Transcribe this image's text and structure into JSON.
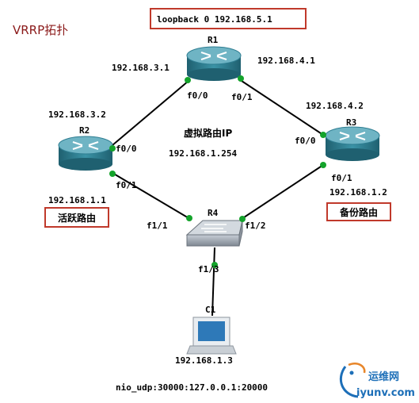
{
  "title": "VRRP拓扑",
  "loopback_label": "loopback 0 192.168.5.1",
  "virtual_router": {
    "label": "虚拟路由IP",
    "ip": "192.168.1.254"
  },
  "routers": [
    {
      "id": "r1",
      "name": "R1"
    },
    {
      "id": "r2",
      "name": "R2"
    },
    {
      "id": "r3",
      "name": "R3"
    }
  ],
  "switch": {
    "name": "R4"
  },
  "pc": {
    "name": "C1",
    "ip": "192.168.1.3"
  },
  "active_router_label": "活跃路由",
  "backup_router_label": "备份路由",
  "ip_labels": {
    "r1_left": "192.168.3.1",
    "r1_right": "192.168.4.1",
    "r2_top": "192.168.3.2",
    "r2_bottom": "192.168.1.1",
    "r3_top": "192.168.4.2",
    "r3_bottom": "192.168.1.2"
  },
  "interface_labels": {
    "r1_f00": "f0/0",
    "r1_f01": "f0/1",
    "r2_f00": "f0/0",
    "r2_f01": "f0/1",
    "r3_f00": "f0/0",
    "r3_f01": "f0/1",
    "r4_f11": "f1/1",
    "r4_f12": "f1/2",
    "r4_f13": "f1/3"
  },
  "nio_label": "nio_udp:30000:127.0.0.1:20000",
  "watermark": {
    "cn": "运维网",
    "en": "iyunv.com"
  },
  "colors": {
    "router_top": "#5fa7b7",
    "router_body": "#2e7d91",
    "port_dot": "#14a32b",
    "link": "#000000",
    "box_border": "#c0392b",
    "title": "#8b1a1a",
    "switch_body": "#9aa3ad",
    "watermark": "#1d6fb8"
  }
}
